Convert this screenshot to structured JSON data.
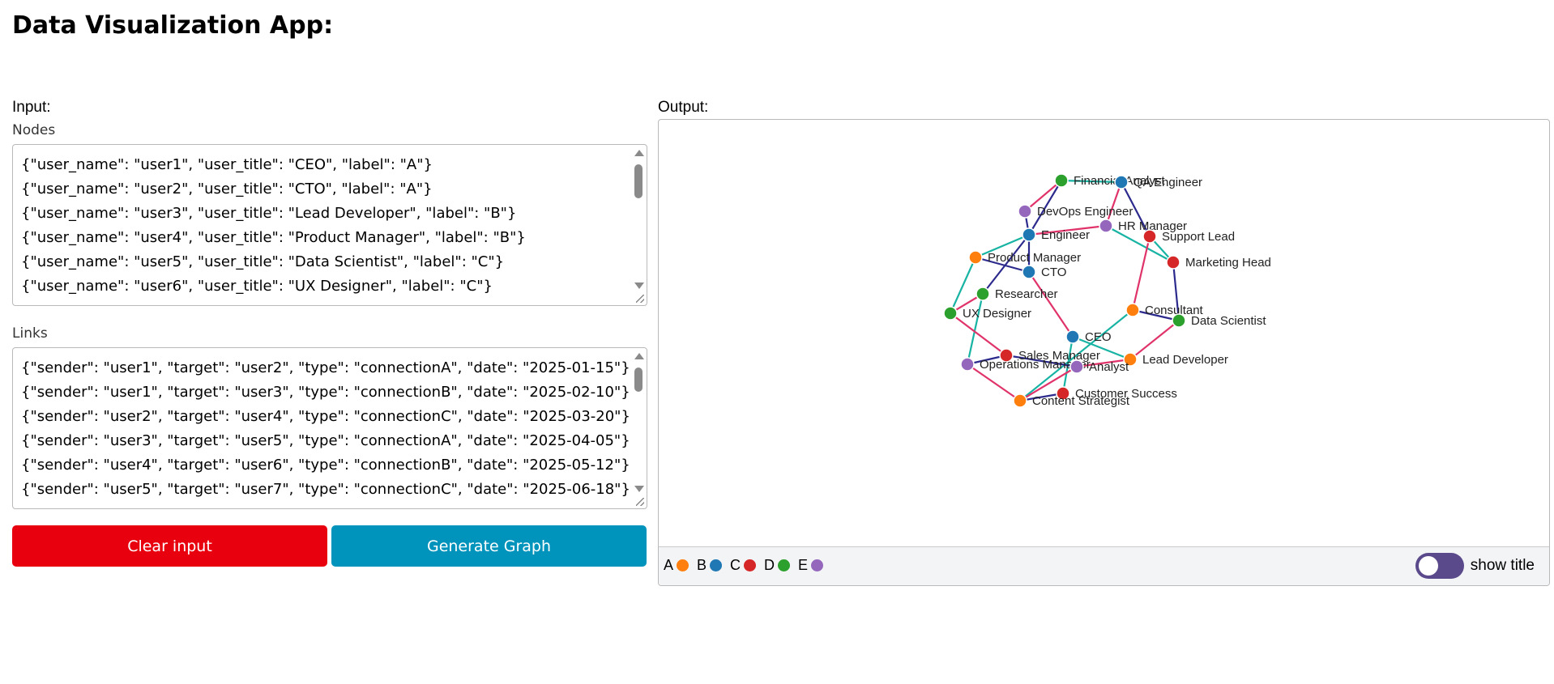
{
  "app": {
    "title": "Data Visualization App:"
  },
  "input": {
    "label": "Input:",
    "nodes_label": "Nodes",
    "links_label": "Links",
    "node_lines": [
      "{\"user_name\": \"user1\", \"user_title\": \"CEO\", \"label\": \"A\"}",
      "{\"user_name\": \"user2\", \"user_title\": \"CTO\", \"label\": \"A\"}",
      "{\"user_name\": \"user3\", \"user_title\": \"Lead Developer\", \"label\": \"B\"}",
      "{\"user_name\": \"user4\", \"user_title\": \"Product Manager\", \"label\": \"B\"}",
      "{\"user_name\": \"user5\", \"user_title\": \"Data Scientist\", \"label\": \"C\"}",
      "{\"user_name\": \"user6\", \"user_title\": \"UX Designer\", \"label\": \"C\"}"
    ],
    "link_lines": [
      "{\"sender\": \"user1\", \"target\": \"user2\", \"type\": \"connectionA\", \"date\": \"2025-01-15\"}",
      "{\"sender\": \"user1\", \"target\": \"user3\", \"type\": \"connectionB\", \"date\": \"2025-02-10\"}",
      "{\"sender\": \"user2\", \"target\": \"user4\", \"type\": \"connectionC\", \"date\": \"2025-03-20\"}",
      "{\"sender\": \"user3\", \"target\": \"user5\", \"type\": \"connectionA\", \"date\": \"2025-04-05\"}",
      "{\"sender\": \"user4\", \"target\": \"user6\", \"type\": \"connectionB\", \"date\": \"2025-05-12\"}",
      "{\"sender\": \"user5\", \"target\": \"user7\", \"type\": \"connectionC\", \"date\": \"2025-06-18\"}"
    ]
  },
  "buttons": {
    "clear_label": "Clear input",
    "generate_label": "Generate Graph"
  },
  "colors": {
    "clear_button": "#e8000f",
    "generate_button": "#0093bb",
    "toggle_on": "#5b4a8b",
    "group_A": "#ff7f0e",
    "group_B": "#1f77b4",
    "group_C": "#d62728",
    "group_D": "#2ca02c",
    "group_E": "#9467bd",
    "link_connectionA": "#e0336a",
    "link_connectionB": "#2c2a8c",
    "link_connectionC": "#17b3a3"
  },
  "output": {
    "label": "Output:",
    "legend": [
      {
        "label": "A",
        "group": "A"
      },
      {
        "label": "B",
        "group": "B"
      },
      {
        "label": "C",
        "group": "C"
      },
      {
        "label": "D",
        "group": "D"
      },
      {
        "label": "E",
        "group": "E"
      }
    ],
    "toggle": {
      "label": "show title",
      "on": true
    },
    "graph": {
      "nodes": [
        {
          "id": "financial-analyst",
          "title": "Financial Analyst",
          "group": "D"
        },
        {
          "id": "qa-engineer",
          "title": "QA Engineer",
          "group": "B"
        },
        {
          "id": "devops-engineer",
          "title": "DevOps Engineer",
          "group": "E"
        },
        {
          "id": "hr-manager",
          "title": "HR Manager",
          "group": "E"
        },
        {
          "id": "engineer",
          "title": "Engineer",
          "group": "B"
        },
        {
          "id": "support-lead",
          "title": "Support Lead",
          "group": "C"
        },
        {
          "id": "product-manager",
          "title": "Product Manager",
          "group": "A"
        },
        {
          "id": "marketing-head",
          "title": "Marketing Head",
          "group": "C"
        },
        {
          "id": "cto",
          "title": "CTO",
          "group": "B"
        },
        {
          "id": "researcher",
          "title": "Researcher",
          "group": "D"
        },
        {
          "id": "consultant",
          "title": "Consultant",
          "group": "A"
        },
        {
          "id": "ux-designer",
          "title": "UX Designer",
          "group": "D"
        },
        {
          "id": "data-scientist",
          "title": "Data Scientist",
          "group": "D"
        },
        {
          "id": "ceo",
          "title": "CEO",
          "group": "B"
        },
        {
          "id": "sales-manager",
          "title": "Sales Manager",
          "group": "C"
        },
        {
          "id": "lead-developer",
          "title": "Lead Developer",
          "group": "A"
        },
        {
          "id": "operations-manager",
          "title": "Operations Manager",
          "group": "E"
        },
        {
          "id": "analyst",
          "title": "Analyst",
          "group": "E"
        },
        {
          "id": "customer-success",
          "title": "Customer Success",
          "group": "C"
        },
        {
          "id": "content-strategist",
          "title": "Content Strategist",
          "group": "A"
        }
      ],
      "links": [
        {
          "source": "financial-analyst",
          "target": "qa-engineer",
          "type": "connectionC"
        },
        {
          "source": "financial-analyst",
          "target": "devops-engineer",
          "type": "connectionA"
        },
        {
          "source": "financial-analyst",
          "target": "engineer",
          "type": "connectionB"
        },
        {
          "source": "qa-engineer",
          "target": "hr-manager",
          "type": "connectionA"
        },
        {
          "source": "qa-engineer",
          "target": "support-lead",
          "type": "connectionB"
        },
        {
          "source": "devops-engineer",
          "target": "engineer",
          "type": "connectionB"
        },
        {
          "source": "engineer",
          "target": "hr-manager",
          "type": "connectionA"
        },
        {
          "source": "hr-manager",
          "target": "marketing-head",
          "type": "connectionC"
        },
        {
          "source": "engineer",
          "target": "product-manager",
          "type": "connectionC"
        },
        {
          "source": "engineer",
          "target": "cto",
          "type": "connectionB"
        },
        {
          "source": "engineer",
          "target": "researcher",
          "type": "connectionB"
        },
        {
          "source": "product-manager",
          "target": "cto",
          "type": "connectionB"
        },
        {
          "source": "product-manager",
          "target": "ux-designer",
          "type": "connectionC"
        },
        {
          "source": "support-lead",
          "target": "marketing-head",
          "type": "connectionC"
        },
        {
          "source": "support-lead",
          "target": "consultant",
          "type": "connectionA"
        },
        {
          "source": "marketing-head",
          "target": "data-scientist",
          "type": "connectionB"
        },
        {
          "source": "consultant",
          "target": "data-scientist",
          "type": "connectionB"
        },
        {
          "source": "consultant",
          "target": "content-strategist",
          "type": "connectionC"
        },
        {
          "source": "data-scientist",
          "target": "lead-developer",
          "type": "connectionA"
        },
        {
          "source": "cto",
          "target": "ceo",
          "type": "connectionA"
        },
        {
          "source": "researcher",
          "target": "ux-designer",
          "type": "connectionA"
        },
        {
          "source": "researcher",
          "target": "operations-manager",
          "type": "connectionC"
        },
        {
          "source": "ux-designer",
          "target": "sales-manager",
          "type": "connectionA"
        },
        {
          "source": "ceo",
          "target": "lead-developer",
          "type": "connectionC"
        },
        {
          "source": "ceo",
          "target": "customer-success",
          "type": "connectionC"
        },
        {
          "source": "sales-manager",
          "target": "operations-manager",
          "type": "connectionB"
        },
        {
          "source": "sales-manager",
          "target": "analyst",
          "type": "connectionB"
        },
        {
          "source": "lead-developer",
          "target": "analyst",
          "type": "connectionA"
        },
        {
          "source": "operations-manager",
          "target": "content-strategist",
          "type": "connectionA"
        },
        {
          "source": "customer-success",
          "target": "content-strategist",
          "type": "connectionB"
        },
        {
          "source": "analyst",
          "target": "content-strategist",
          "type": "connectionA"
        }
      ]
    }
  }
}
